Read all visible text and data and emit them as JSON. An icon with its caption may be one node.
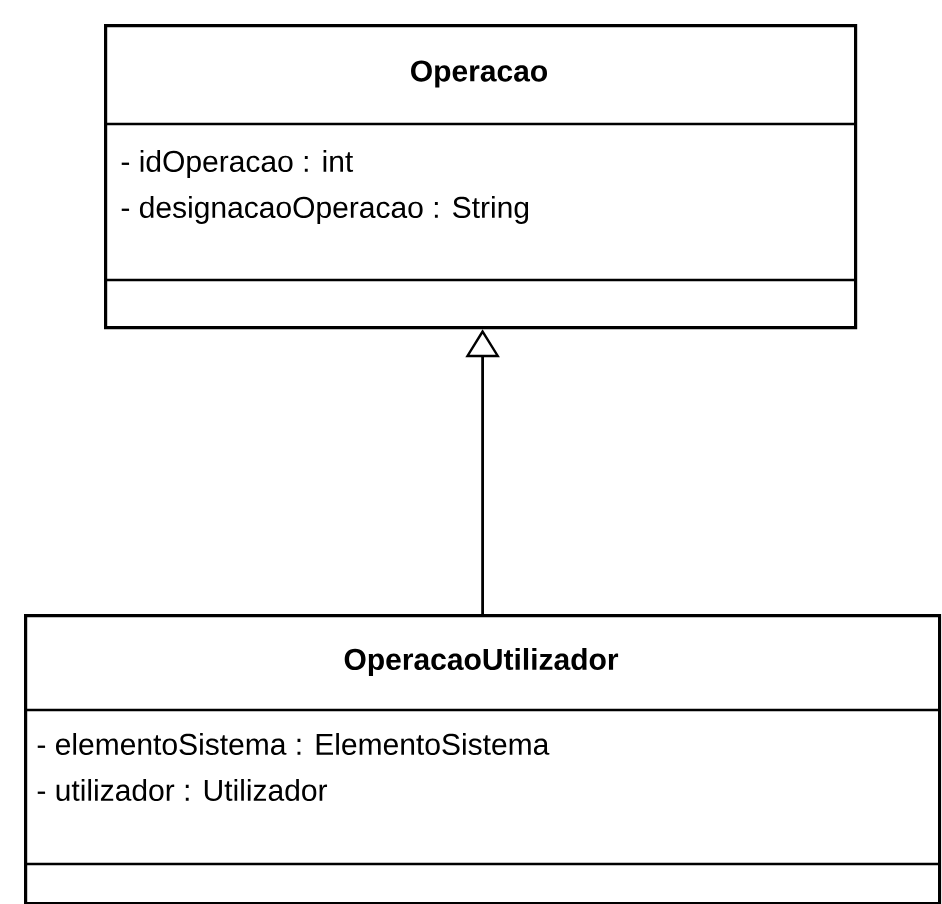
{
  "diagram": {
    "nodes": [
      {
        "text": [
          "Operacao",
          "- idOperacao : int",
          "- designacaoOperacao : String"
        ]
      },
      {
        "text": [
          "OperacaoUtilizador",
          "- elementoSistema : ElementoSistema",
          "- utilizador : Utilizador"
        ]
      }
    ],
    "edges": [
      {
        "from": 1,
        "to": 0,
        "arrow": "to"
      }
    ]
  }
}
